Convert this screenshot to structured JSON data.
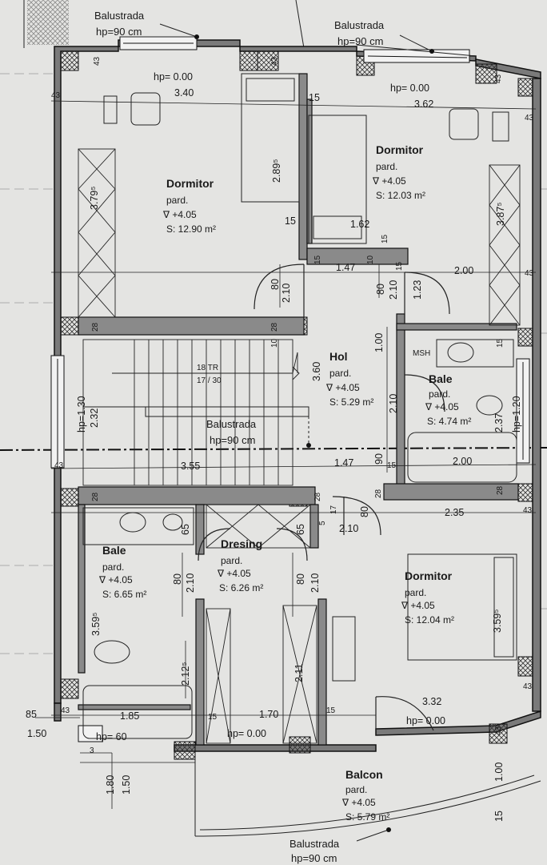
{
  "rooms": {
    "dormitor_tl": {
      "name": "Dormitor",
      "floor": "pard.",
      "level": "∇ +4.05",
      "area": "S: 12.90 m²"
    },
    "dormitor_tr": {
      "name": "Dormitor",
      "floor": "pard.",
      "level": "∇ +4.05",
      "area": "S: 12.03 m²"
    },
    "hol": {
      "name": "Hol",
      "floor": "pard.",
      "level": "∇ +4.05",
      "area": "S: 5.29 m²"
    },
    "bale_r": {
      "name": "Bale",
      "floor": "pard.",
      "level": "∇ +4.05",
      "area": "S: 4.74 m²"
    },
    "bale_l": {
      "name": "Bale",
      "floor": "pard.",
      "level": "∇ +4.05",
      "area": "S: 6.65 m²"
    },
    "dresing": {
      "name": "Dresing",
      "floor": "pard.",
      "level": "∇ +4.05",
      "area": "S: 6.26 m²"
    },
    "dormitor_br": {
      "name": "Dormitor",
      "floor": "pard.",
      "level": "∇ +4.05",
      "area": "S: 12.04 m²"
    },
    "balcon": {
      "name": "Balcon",
      "floor": "pard.",
      "level": "∇ +4.05",
      "area": "S: 5.79 m²"
    }
  },
  "balustrades": {
    "top_left": {
      "name": "Balustrada",
      "height": "hp=90 cm"
    },
    "top_right": {
      "name": "Balustrada",
      "height": "hp=90 cm"
    },
    "stair": {
      "name": "Balustrada",
      "height": "hp=90 cm"
    },
    "bottom": {
      "name": "Balustrada",
      "height": "hp=90 cm"
    }
  },
  "stairs": {
    "steps": "18 TR",
    "rise": "17 / 30"
  },
  "fixtures": {
    "msh": "MSH"
  },
  "dimensions": {
    "hp_top_left": "hp= 0.00",
    "hp_top_right": "hp= 0.00",
    "w_340": "3.40",
    "w_362": "3.62",
    "w_15_a": "15",
    "h_289": "2.89⁵",
    "h_379": "3.79⁵",
    "h_387": "3.87⁵",
    "w_162": "1.62",
    "w_15_b": "15",
    "w_147_a": "1.47",
    "w_200_a": "2.00",
    "d_80_a": "80",
    "d_210_a": "2.10",
    "d_80_b": "80",
    "d_210_b": "2.10",
    "d_123": "1.23",
    "d_100": "1.00",
    "d_360": "3.60",
    "d_210_c": "2.10",
    "d_90": "90",
    "w_130": "hp=1.30",
    "w_232": "2.32",
    "w_120": "hp=1.20",
    "w_237": "2.37",
    "w_355": "3.55",
    "w_147_b": "1.47",
    "w_200_b": "2.00",
    "w_235": "2.35",
    "d_80_c": "80",
    "d_210_d": "2.10",
    "d_80_d": "80",
    "d_210_e": "2.10",
    "d_80_e": "80",
    "d_210_f": "2.10",
    "d_65_a": "65",
    "d_65_b": "65",
    "h_359_l": "3.59⁵",
    "h_359_r": "3.59⁵",
    "d_212": "2.12⁵",
    "d_211": "2.11",
    "w_185": "1.85",
    "w_170": "1.70",
    "w_332": "3.32",
    "hp_br": "hp= 0.00",
    "hp_60": "hp= 60",
    "hp_000_b": "hp= 0.00",
    "w_85": "85",
    "w_150": "1.50",
    "v_180": "1.80",
    "v_150": "1.50",
    "v_100": "1.00",
    "v_15": "15",
    "w_43": "43",
    "w_28": "28",
    "w_15": "15",
    "w_10": "10",
    "w_17": "17",
    "w_5": "5",
    "w_3": "3"
  }
}
